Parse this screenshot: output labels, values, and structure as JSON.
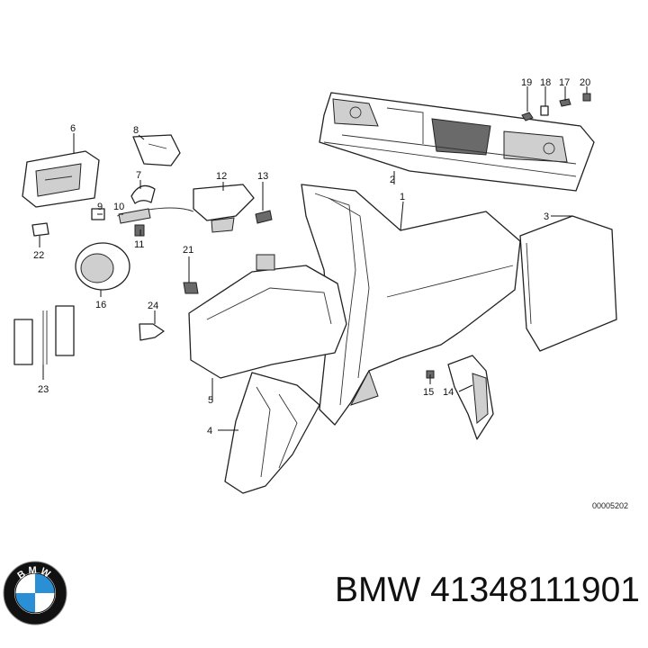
{
  "diagram": {
    "callouts": [
      "1",
      "2",
      "3",
      "4",
      "5",
      "6",
      "7",
      "8",
      "9",
      "10",
      "11",
      "12",
      "13",
      "14",
      "15",
      "16",
      "17",
      "18",
      "19",
      "20",
      "21",
      "22",
      "23",
      "24"
    ],
    "reference_code": "00005202"
  },
  "logo": {
    "name": "bmw-roundel",
    "letters": "BMW",
    "colors": {
      "blue": "#2b8fd6",
      "black": "#111111",
      "white": "#ffffff"
    }
  },
  "caption": "BMW 41348111901"
}
